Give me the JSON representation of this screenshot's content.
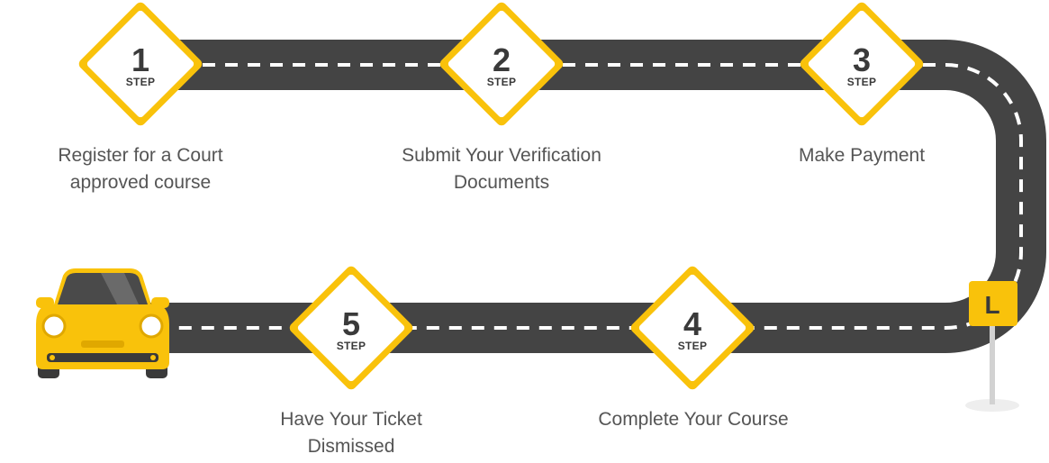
{
  "steps": [
    {
      "number": "1",
      "label": "STEP",
      "caption_line1": "Register for a Court",
      "caption_line2": "approved course"
    },
    {
      "number": "2",
      "label": "STEP",
      "caption_line1": "Submit Your Verification",
      "caption_line2": "Documents"
    },
    {
      "number": "3",
      "label": "STEP",
      "caption_line1": "Make Payment",
      "caption_line2": ""
    },
    {
      "number": "4",
      "label": "STEP",
      "caption_line1": "Complete Your Course",
      "caption_line2": ""
    },
    {
      "number": "5",
      "label": "STEP",
      "caption_line1": "Have Your Ticket",
      "caption_line2": "Dismissed"
    }
  ],
  "learner_sign": {
    "letter": "L"
  },
  "colors": {
    "road": "#444444",
    "road_marking": "#ffffff",
    "accent": "#f9c20b",
    "sign_fill": "#ffffff",
    "text": "#555555"
  }
}
